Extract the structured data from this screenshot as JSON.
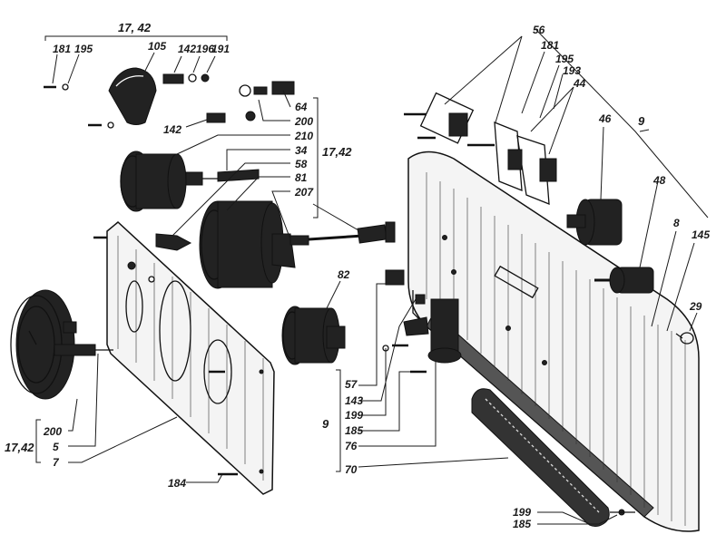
{
  "labels": {
    "top_group": "17, 42",
    "p181_top": "181",
    "p195_top": "195",
    "p105": "105",
    "p142_top": "142",
    "p196": "196",
    "p191": "191",
    "p142_mid": "142",
    "p64": "64",
    "p200_top": "200",
    "p210": "210",
    "p34": "34",
    "p58": "58",
    "p81": "81",
    "p207": "207",
    "group_center": "17,42",
    "p82": "82",
    "p56": "56",
    "p181_right": "181",
    "p195_right": "195",
    "p193": "193",
    "p44": "44",
    "p46": "46",
    "p9_right": "9",
    "p48": "48",
    "p8": "8",
    "p145": "145",
    "p29": "29",
    "p57": "57",
    "p143": "143",
    "p199_mid": "199",
    "p185_mid": "185",
    "p76": "76",
    "p70": "70",
    "group_9": "9",
    "p200_left": "200",
    "p5": "5",
    "p7": "7",
    "group_left": "17,42",
    "p184": "184",
    "p199_bottom": "199",
    "p185_bottom": "185"
  }
}
